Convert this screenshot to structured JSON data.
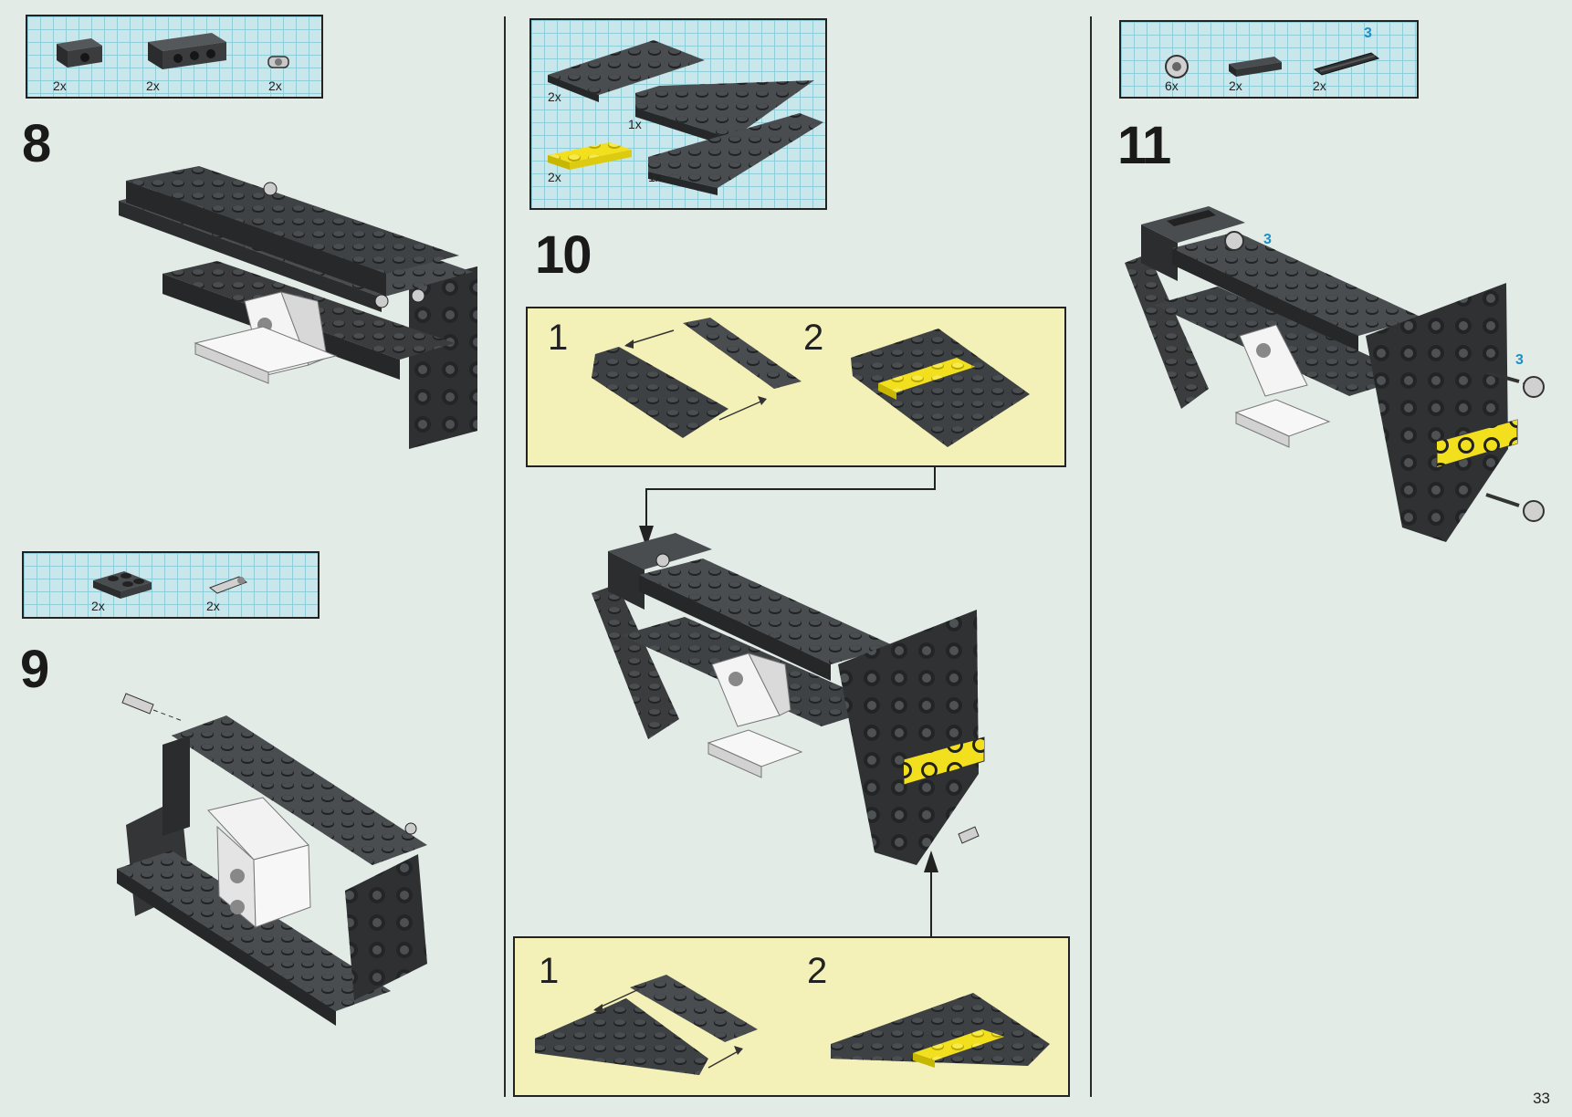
{
  "page": {
    "number": "33"
  },
  "steps": [
    {
      "number": "8",
      "parts": [
        {
          "icon": "black-technic-brick-1x2-icon",
          "qty": "2x"
        },
        {
          "icon": "black-technic-brick-1x4-icon",
          "qty": "2x"
        },
        {
          "icon": "technic-pin-icon",
          "qty": "2x"
        }
      ]
    },
    {
      "number": "9",
      "parts": [
        {
          "icon": "black-plate-2x2-icon",
          "qty": "2x"
        },
        {
          "icon": "technic-pin-long-icon",
          "qty": "2x"
        }
      ]
    },
    {
      "number": "10",
      "parts": [
        {
          "icon": "black-plate-2x8-icon",
          "qty": "2x"
        },
        {
          "icon": "black-wing-plate-right-icon",
          "qty": "1x"
        },
        {
          "icon": "yellow-plate-1x4-icon",
          "qty": "2x"
        },
        {
          "icon": "black-wing-plate-left-icon",
          "qty": "1x"
        }
      ],
      "substeps_top": {
        "label_1": "1",
        "label_2": "2"
      },
      "substeps_bottom": {
        "label_1": "1",
        "label_2": "2"
      }
    },
    {
      "number": "11",
      "parts": [
        {
          "icon": "bush-icon",
          "qty": "6x"
        },
        {
          "icon": "black-plate-1x4-icon",
          "qty": "2x"
        },
        {
          "icon": "technic-axle-3-icon",
          "qty": "2x",
          "callout": "3"
        }
      ],
      "callouts": [
        "3",
        "3"
      ]
    }
  ],
  "colors": {
    "background": "#e3ebe7",
    "grid": "#c9e6ea",
    "substep_background": "#f3f0b8",
    "brick_black": "#3a3c3e",
    "brick_yellow": "#f2e01f",
    "brick_white": "#f4f4f4",
    "callout_blue": "#1c8fc4"
  }
}
